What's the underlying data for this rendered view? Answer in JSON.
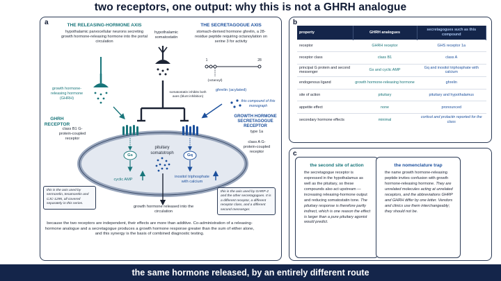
{
  "title": "two receptors, one output: why this is not a GHRH analogue",
  "panel_a": {
    "letter": "a",
    "releasing_axis": {
      "heading": "THE RELEASING-HORMONE AXIS",
      "desc": "hypothalamic parvocellular neurons secreting growth hormone-releasing hormone into the portal circulation"
    },
    "somatostatin": {
      "label": "hypothalamic somatostatin",
      "inhibits": "somatostatin inhibits both axes (blunt inhibition)"
    },
    "secretagogue_axis": {
      "heading": "THE SECRETAGOGUE AXIS",
      "desc": "stomach-derived hormone ghrelin, a 28-residue peptide requiring octanoylation on serine 3 for activity",
      "residue_start": "1",
      "residue_end": "28",
      "octanoyl": "(octanoyl)",
      "ghrelin": "ghrelin (acylated)",
      "compound": "this compound of this monograph"
    },
    "ghrh_label": "growth hormone-releasing hormone (GHRH)",
    "ghrh_receptor": {
      "heading": "GHRH RECEPTOR",
      "desc": "class B1 G-protein-coupled receptor"
    },
    "ghs_receptor": {
      "heading": "GROWTH HORMONE SECRETAGOGUE RECEPTOR",
      "type": "type 1a",
      "desc": "class A G-protein-coupled receptor"
    },
    "cell": {
      "label": "pituitary somatotroph",
      "gs": "Gs",
      "gq": "Gq",
      "camp": "cyclic AMP",
      "inositol": "inositol triphosphate with calcium"
    },
    "release": "growth hormone released into the circulation",
    "note_left": "this is the axis used by sermorelin, tesamorelin and CJC-1295, all covered separately in this series.",
    "note_right": "this is the axis used by GHRP-2 and the other secretagogues. It is a different receptor, a different receptor class, and a different second messenger.",
    "bottom_note": "because the two receptors are independent, their effects are more than additive. Co-administration of a releasing-hormone analogue and a secretagogue produces a growth hormone response greater than the sum of either alone, and this synergy is the basis of combined diagnostic testing."
  },
  "panel_b": {
    "letter": "b",
    "headers": [
      "property",
      "GHRH analogues",
      "secretagogues such as this compound"
    ],
    "rows": [
      [
        "receptor",
        "GHRH receptor",
        "GHS receptor 1a"
      ],
      [
        "receptor class",
        "class B1",
        "class A"
      ],
      [
        "principal G protein and second messenger",
        "Gs and cyclic AMP",
        "Gq and inositol triphosphate with calcium"
      ],
      [
        "endogenous ligand",
        "growth hormone-releasing hormone",
        "ghrelin"
      ],
      [
        "site of action",
        "pituitary",
        "pituitary and hypothalamus"
      ],
      [
        "appetite effect",
        "none",
        "pronounced"
      ],
      [
        "secondary hormone effects",
        "minimal",
        "cortisol and prolactin reported for the class"
      ]
    ]
  },
  "panel_c": {
    "letter": "c",
    "card1": {
      "heading": "the second site of action",
      "body_plain": "the secretagogue receptor is expressed in the hypothalamus as well as the pituitary, so these compounds also act upstream — increasing releasing-hormone output and reducing somatostatin tone.",
      "body_italic": "The pituitary response is therefore partly indirect, which is one reason the effect is larger than a pure pituitary agonist would predict."
    },
    "card2": {
      "heading": "the nomenclature trap",
      "body_plain": "the name growth hormone-releasing peptide invites confusion with growth hormone-releasing hormone.",
      "body_italic": "They are unrelated molecules acting at unrelated receptors, and the abbreviations GHRP and GHRH differ by one letter. Vendors and clinics use them interchangeably; they should not be."
    }
  },
  "footer": "the same hormone released, by an entirely different route",
  "colors": {
    "teal": "#18757a",
    "blue": "#1b4f9c",
    "navy": "#14254a",
    "cell_fill": "#e4e9f1"
  }
}
